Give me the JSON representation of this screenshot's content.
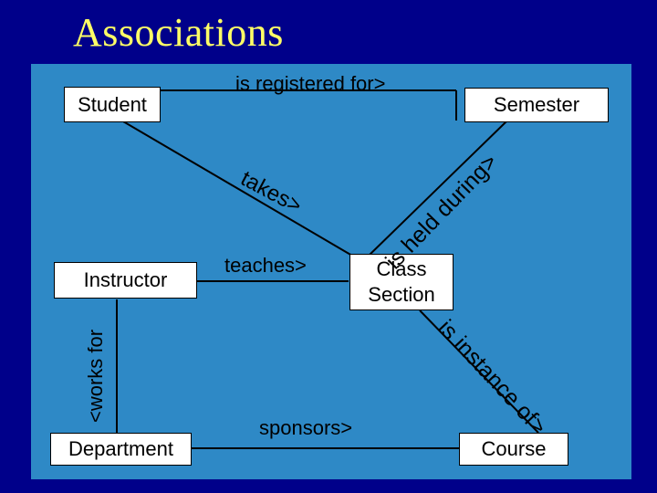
{
  "title": "Associations",
  "entities": {
    "student": "Student",
    "semester": "Semester",
    "instructor": "Instructor",
    "class_section_line1": "Class",
    "class_section_line2": "Section",
    "department": "Department",
    "course": "Course"
  },
  "relationships": {
    "registered": "is registered for>",
    "takes": "takes>",
    "held_during": "is held during>",
    "teaches": "teaches>",
    "works_for": "<works for",
    "instance_of": "is instance of>",
    "sponsors": "sponsors>"
  },
  "colors": {
    "background": "#00008a",
    "title": "#ffff66",
    "panel": "#2e89c6",
    "box": "#ffffff",
    "line": "#000000"
  }
}
